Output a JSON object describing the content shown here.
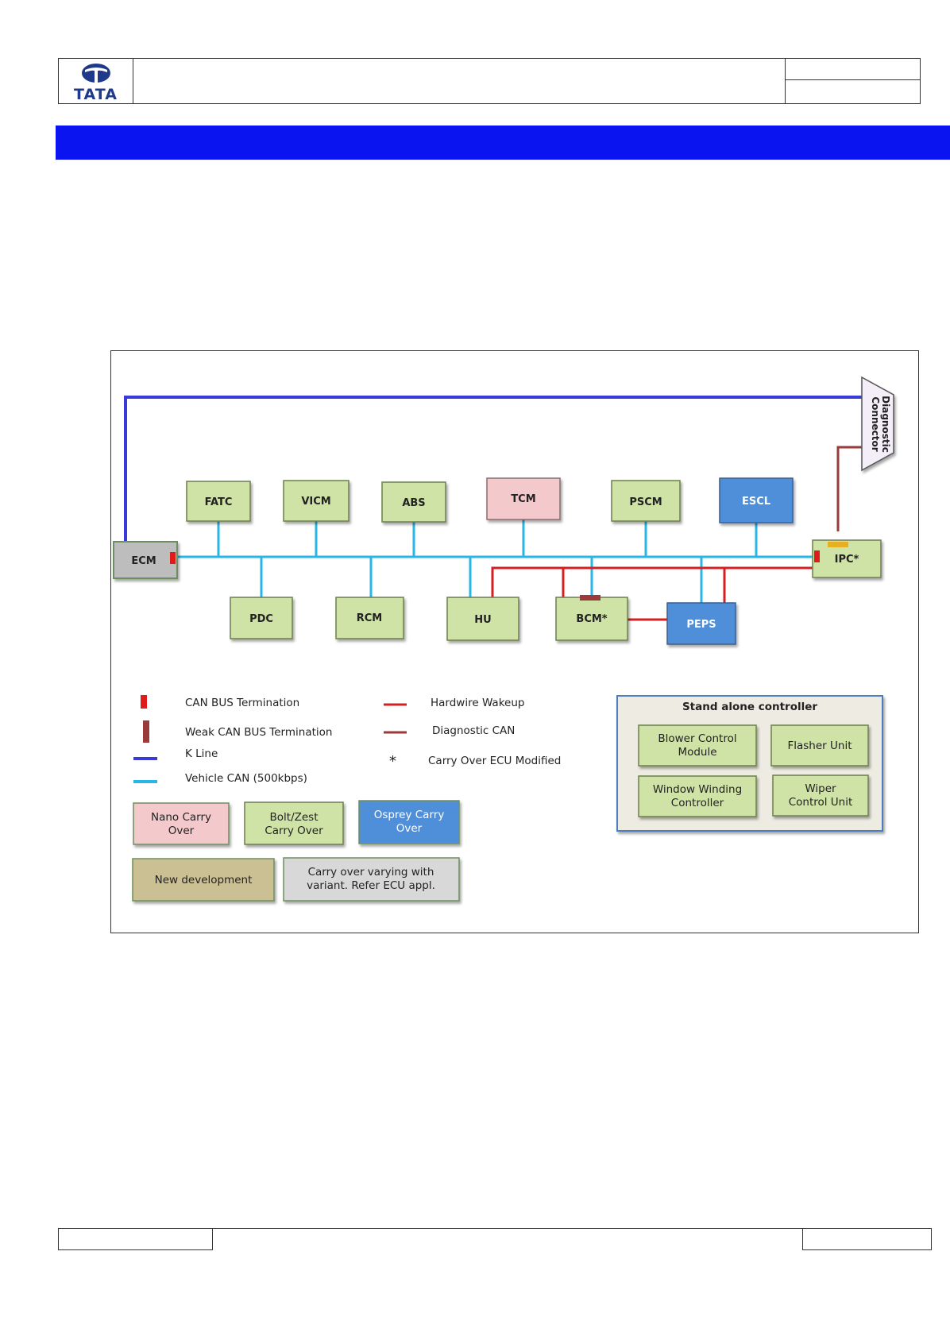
{
  "header": {
    "logo_text": "TATA"
  },
  "diagram": {
    "ecus": {
      "fatc": "FATC",
      "vicm": "VICM",
      "abs": "ABS",
      "tcm": "TCM",
      "pscm": "PSCM",
      "escl": "ESCL",
      "ecm": "ECM",
      "ipc": "IPC*",
      "pdc": "PDC",
      "rcm": "RCM",
      "hu": "HU",
      "bcm": "BCM*",
      "peps": "PEPS"
    },
    "diagnostic_connector_line1": "Diagnostic",
    "diagnostic_connector_line2": "Connector",
    "legend": {
      "can_bus_termination": "CAN  BUS Termination",
      "weak_can_bus_termination": "Weak CAN BUS Termination",
      "k_line": "K Line",
      "vehicle_can": "Vehicle CAN (500kbps)",
      "hardwire_wakeup": "Hardwire Wakeup",
      "diagnostic_can": "Diagnostic CAN",
      "asterisk": "*",
      "carry_over_modified": "Carry Over ECU Modified"
    },
    "swatches": {
      "nano_l1": "Nano Carry",
      "nano_l2": "Over",
      "bolt_l1": "Bolt/Zest",
      "bolt_l2": "Carry Over",
      "osprey_l1": "Osprey Carry",
      "osprey_l2": "Over",
      "new_dev": "New development",
      "variant_l1": "Carry over varying with",
      "variant_l2": "variant. Refer ECU appl."
    },
    "standalone": {
      "title": "Stand alone controller",
      "blower_l1": "Blower Control",
      "blower_l2": "Module",
      "flasher": "Flasher Unit",
      "window_l1": "Window Winding",
      "window_l2": "Controller",
      "wiper_l1": "Wiper",
      "wiper_l2": "Control Unit"
    },
    "colors": {
      "k_line": "#3a3ad8",
      "vehicle_can": "#29b6e6",
      "hardwire_wakeup": "#d42020",
      "diagnostic_can": "#9a3a3a",
      "green_box": "#cfe3a6",
      "pink_box": "#f3c9cc",
      "blue_box": "#4f8fd9",
      "gray_box": "#bdbdbd",
      "tan_box": "#cbbf94"
    }
  }
}
